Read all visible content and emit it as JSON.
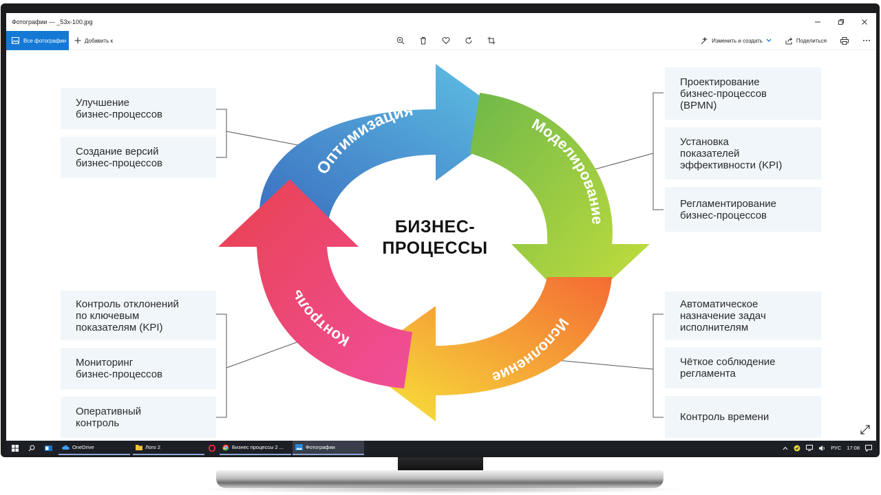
{
  "window": {
    "title": "Фотографии — _53x-100.jpg",
    "controls": [
      "minimize-icon",
      "restore-icon",
      "close-icon"
    ]
  },
  "toolbar": {
    "all_photos": "Все фотографии",
    "add": "Добавить к",
    "center_icons": [
      "zoom-icon",
      "delete-icon",
      "favorite-icon",
      "rotate-icon",
      "crop-icon"
    ],
    "edit_create": "Изменить и создать",
    "share": "Поделиться"
  },
  "diagram": {
    "center_title": "БИЗНЕС-\nПРОЦЕССЫ",
    "stages": [
      {
        "label": "Оптимизация",
        "colors": [
          "#3b6fc0",
          "#5fc2e4"
        ]
      },
      {
        "label": "Моделирование",
        "colors": [
          "#6fb84a",
          "#c7df3c"
        ]
      },
      {
        "label": "Исполнение",
        "colors": [
          "#f46b34",
          "#f6e83a"
        ]
      },
      {
        "label": "Контроль",
        "colors": [
          "#f04e9a",
          "#e8424f"
        ]
      }
    ],
    "left_top": [
      "Улучшение\nбизнес-процессов",
      "Создание версий\nбизнес-процессов"
    ],
    "left_bottom": [
      "Контроль отклонений\nпо ключевым\nпоказателям (KPI)",
      "Мониторинг\nбизнес-процессов",
      "Оперативный\nконтроль"
    ],
    "right_top": [
      "Проектирование\nбизнес-процессов\n(BPMN)",
      "Установка\nпоказателей\nэффективности (KPI)",
      "Регламентирование\nбизнес-процессов"
    ],
    "right_bottom": [
      "Автоматическое\nназначение задач\nисполнителям",
      "Чёткое соблюдение\nрегламента",
      "Контроль времени"
    ]
  },
  "taskbar": {
    "apps": [
      "OneDrive",
      "Лого 2",
      "Бизнес процессы 2 ...",
      "Фотографии"
    ],
    "lang": "РУС",
    "time": "17:08"
  },
  "colors": {
    "accent": "#1479d4",
    "box_bg": "#f1f6fa",
    "taskbar": "#1d1f27"
  }
}
